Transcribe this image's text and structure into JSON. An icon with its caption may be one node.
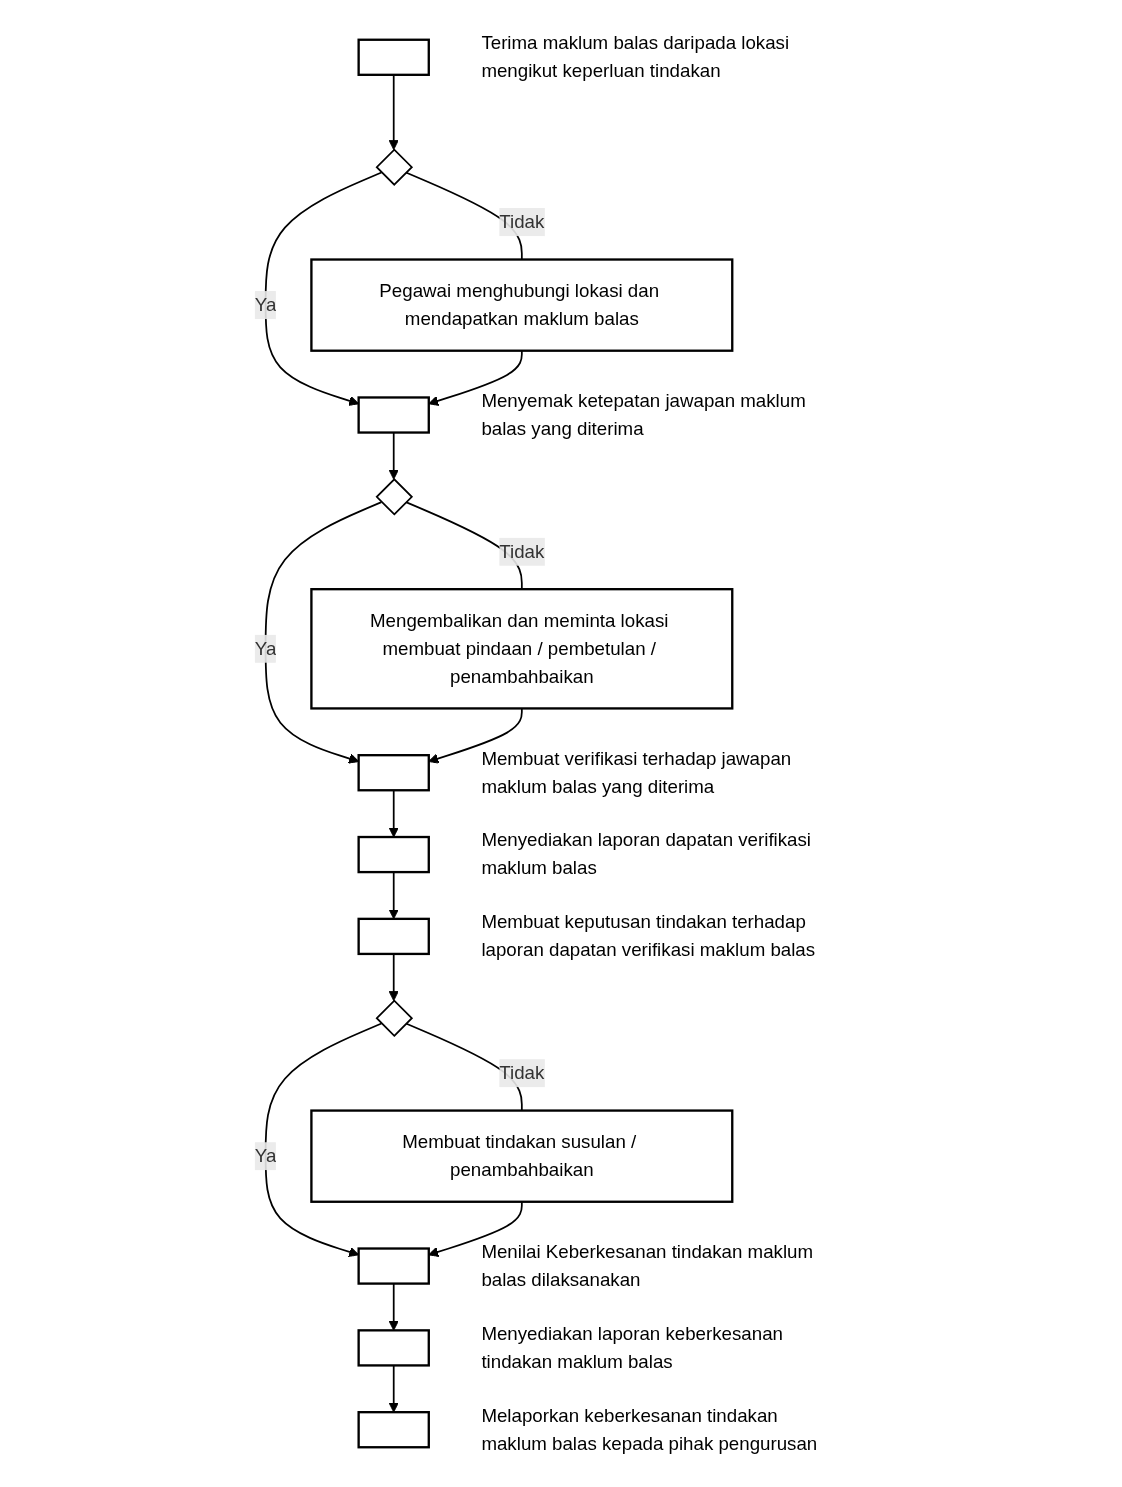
{
  "diagram": {
    "nodes": [
      {
        "text": [],
        "shape": "box",
        "beside": [
          "Terima maklum balas daripada lokasi mengikut keperluan tindakan"
        ]
      },
      {
        "text": [],
        "shape": "diamond"
      },
      {
        "text": [
          "Pegawai menghubungi lokasi dan mendapatkan maklum balas"
        ]
      },
      {
        "text": [],
        "shape": "box",
        "beside": [
          "Menyemak ketepatan jawapan maklum balas yang diterima"
        ]
      },
      {
        "text": [],
        "shape": "diamond"
      },
      {
        "text": [
          "Mengembalikan dan meminta lokasi membuat pindaan / pembetulan / penambahbaikan"
        ]
      },
      {
        "text": [],
        "shape": "box",
        "beside": [
          "Membuat verifikasi terhadap jawapan maklum balas yang diterima"
        ]
      },
      {
        "text": [],
        "shape": "box",
        "beside": [
          "Menyediakan laporan dapatan verifikasi maklum balas"
        ]
      },
      {
        "text": [],
        "shape": "box",
        "beside": [
          "Membuat keputusan tindakan terhadap laporan dapatan verifikasi maklum balas"
        ]
      },
      {
        "text": [],
        "shape": "diamond"
      },
      {
        "text": [
          "Membuat tindakan susulan / penambahbaikan"
        ]
      },
      {
        "text": [],
        "shape": "box",
        "beside": [
          "Menilai Keberkesanan tindakan maklum balas dilaksanakan"
        ]
      },
      {
        "text": [],
        "shape": "box",
        "beside": [
          "Menyediakan laporan keberkesanan tindakan maklum balas"
        ]
      },
      {
        "text": [],
        "shape": "box",
        "beside": [
          "Melaporkan keberkesanan tindakan maklum balas kepada pihak pengurusan"
        ]
      }
    ],
    "edges": [
      {
        "from": 0,
        "to": 1,
        "arrow": "to"
      },
      {
        "from": 1,
        "to": 2,
        "arrow": "none",
        "label": "Tidak"
      },
      {
        "from": 1,
        "to": 3,
        "arrow": "to",
        "label": "Ya"
      },
      {
        "from": 2,
        "to": 3,
        "arrow": "to"
      },
      {
        "from": 3,
        "to": 4,
        "arrow": "to"
      },
      {
        "from": 4,
        "to": 5,
        "arrow": "none",
        "label": "Tidak"
      },
      {
        "from": 4,
        "to": 6,
        "arrow": "to",
        "label": "Ya"
      },
      {
        "from": 5,
        "to": 6,
        "arrow": "to"
      },
      {
        "from": 6,
        "to": 7,
        "arrow": "to"
      },
      {
        "from": 7,
        "to": 8,
        "arrow": "to"
      },
      {
        "from": 8,
        "to": 9,
        "arrow": "to"
      },
      {
        "from": 9,
        "to": 10,
        "arrow": "none",
        "label": "Tidak"
      },
      {
        "from": 9,
        "to": 11,
        "arrow": "to",
        "label": "Ya"
      },
      {
        "from": 10,
        "to": 11,
        "arrow": "to"
      },
      {
        "from": 11,
        "to": 12,
        "arrow": "to"
      },
      {
        "from": 12,
        "to": 13,
        "arrow": "to"
      }
    ]
  }
}
